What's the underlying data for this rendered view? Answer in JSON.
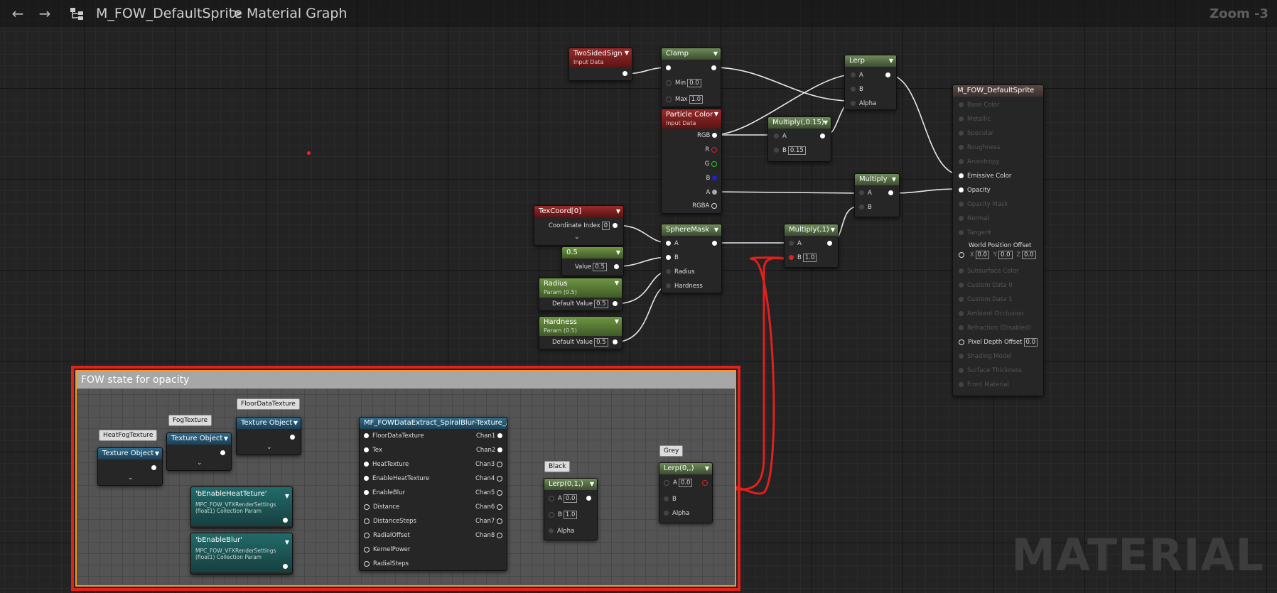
{
  "topbar": {
    "back": "←",
    "forward": "→",
    "asset": "M_FOW_DefaultSprite",
    "separator": ">",
    "section": "Material Graph",
    "zoom": "Zoom -3"
  },
  "watermark": "MATERIAL",
  "nodes": {
    "twosided": {
      "title": "TwoSidedSign",
      "subtitle": "Input Data"
    },
    "clamp": {
      "title": "Clamp",
      "min_label": "Min",
      "min": "0.0",
      "max_label": "Max",
      "max": "1.0"
    },
    "lerp_top": {
      "title": "Lerp",
      "a": "A",
      "b": "B",
      "alpha": "Alpha"
    },
    "particle": {
      "title": "Particle Color",
      "subtitle": "Input Data",
      "rgb": "RGB",
      "r": "R",
      "g": "G",
      "b": "B",
      "a": "A",
      "rgba": "RGBA"
    },
    "multiply015": {
      "title": "Multiply(,0.15)",
      "a": "A",
      "b": "B",
      "b_val": "0.15"
    },
    "multiply": {
      "title": "Multiply",
      "a": "A",
      "b": "B"
    },
    "texcoord": {
      "title": "TexCoord[0]",
      "index_label": "Coordinate Index",
      "index": "0"
    },
    "const05": {
      "title": "0.5",
      "value_label": "Value",
      "value": "0.5"
    },
    "spheremask": {
      "title": "SphereMask",
      "a": "A",
      "b": "B",
      "radius": "Radius",
      "hardness": "Hardness"
    },
    "multiply1": {
      "title": "Multiply(,1)",
      "a": "A",
      "b": "B",
      "b_val": "1.0"
    },
    "radius": {
      "title": "Radius",
      "subtitle": "Param (0.5)",
      "dv_label": "Default Value",
      "dv": "0.5"
    },
    "hardness": {
      "title": "Hardness",
      "subtitle": "Param (0.5)",
      "dv_label": "Default Value",
      "dv": "0.5"
    }
  },
  "material_output": {
    "title": "M_FOW_DefaultSprite",
    "pins_top": [
      "Base Color",
      "Metallic",
      "Specular",
      "Roughness",
      "Anisotropy"
    ],
    "emissive": "Emissive Color",
    "opacity": "Opacity",
    "pins_mid": [
      "Opacity Mask",
      "Normal",
      "Tangent"
    ],
    "wpo": "World Position Offset",
    "wpo_x": "0.0",
    "wpo_y": "0.0",
    "wpo_z": "0.0",
    "x": "X",
    "y": "Y",
    "z": "Z",
    "pins_mid2": [
      "Subsurface Color",
      "Custom Data 0",
      "Custom Data 1",
      "Ambient Occlusion",
      "Refraction (Disabled)"
    ],
    "pdo": "Pixel Depth Offset",
    "pdo_val": "0.0",
    "pins_bottom": [
      "Shading Model",
      "Surface Thickness",
      "Front Material"
    ]
  },
  "comment": {
    "title": "FOW state for opacity",
    "tags": {
      "floor": "FloorDataTexture",
      "fog": "FogTexture",
      "heatfog": "HeatFogTexture",
      "black": "Black",
      "grey": "Grey"
    },
    "texobj": "Texture Object",
    "heat_param": {
      "title": "'bEnableHeatTeture'",
      "sub1": "MPC_FOW_VFXRenderSettings",
      "sub2": "(float1) Collection Param"
    },
    "blur_param": {
      "title": "'bEnableBlur'",
      "sub1": "MPC_FOW_VFXRenderSettings",
      "sub2": "(float1) Collection Param"
    },
    "mf": {
      "title": "MF_FOWDataExtract_SpiralBlur-Texture_All",
      "inputs": [
        "FloorDataTexture",
        "Tex",
        "HeatTexture",
        "EnableHeatTexture",
        "EnableBlur",
        "Distance",
        "DistanceSteps",
        "RadialOffset",
        "KernelPower",
        "RadialSteps"
      ],
      "outputs": [
        "Chan1",
        "Chan2",
        "Chan3",
        "Chan4",
        "Chan5",
        "Chan6",
        "Chan7",
        "Chan8"
      ]
    },
    "lerp01": {
      "title": "Lerp(0,1,)",
      "a": "A",
      "a_val": "0.0",
      "b": "B",
      "b_val": "1.0",
      "alpha": "Alpha"
    },
    "lerp0": {
      "title": "Lerp(0,,)",
      "a": "A",
      "a_val": "0.0",
      "b": "B",
      "alpha": "Alpha"
    }
  }
}
